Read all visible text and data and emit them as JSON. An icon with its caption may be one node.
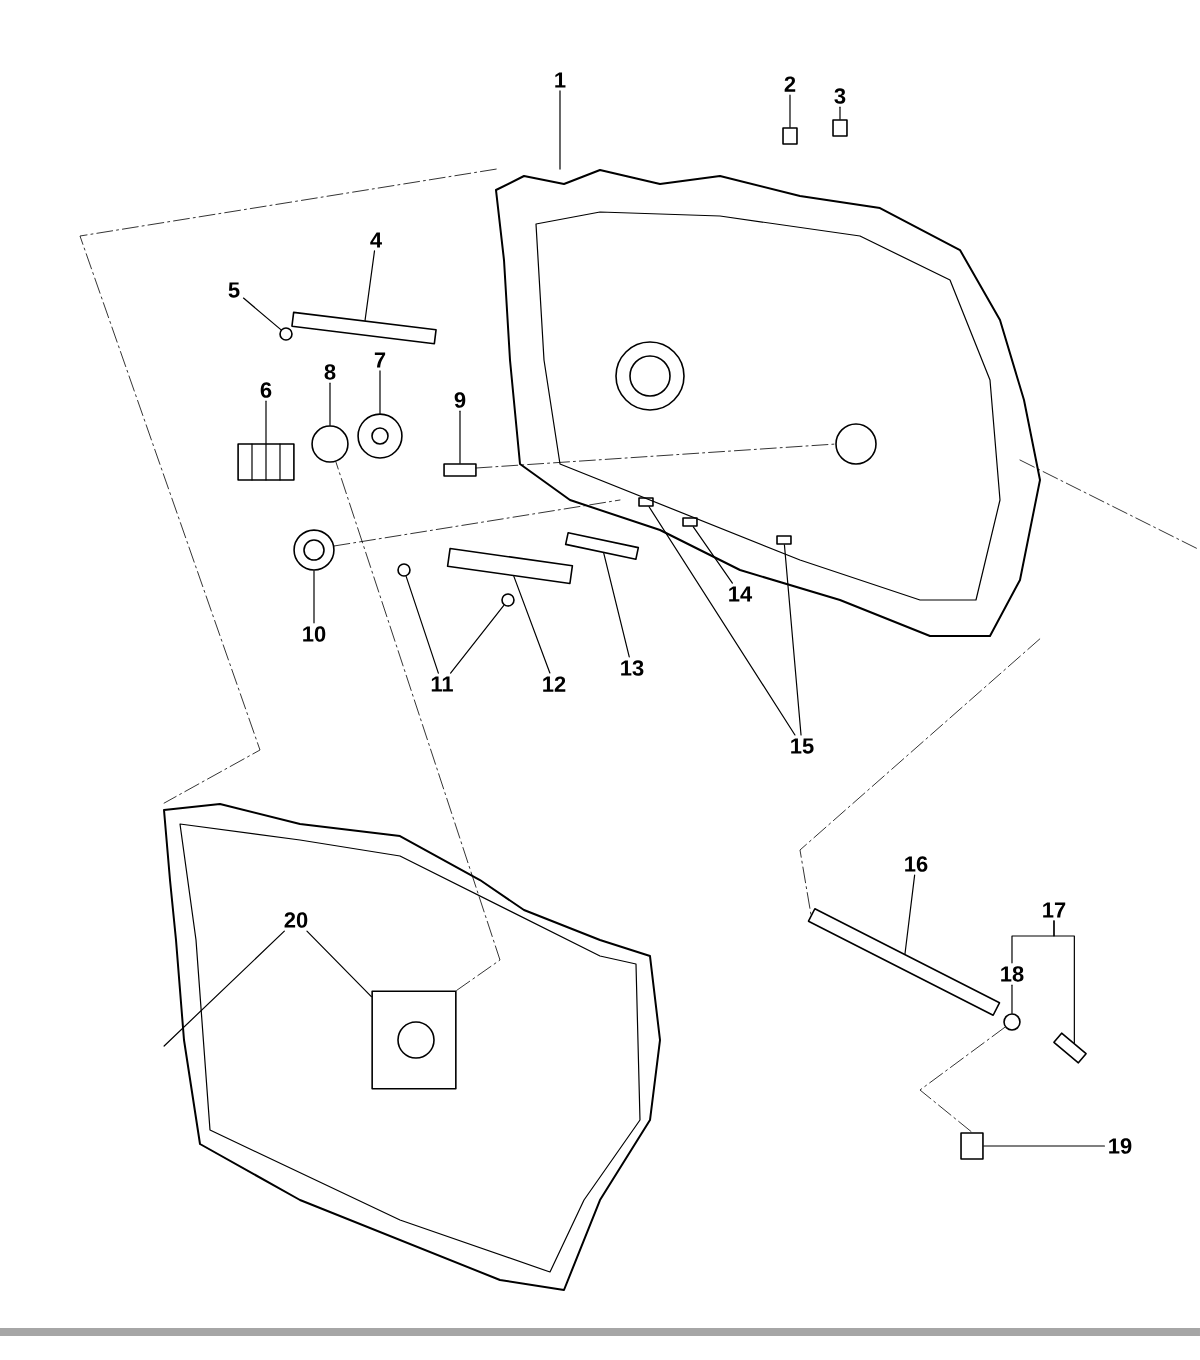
{
  "diagram": {
    "nodes": [
      {
        "text": [
          "1"
        ]
      },
      {
        "text": [
          "2"
        ]
      },
      {
        "text": [
          "3"
        ]
      },
      {
        "text": [
          "4"
        ]
      },
      {
        "text": [
          "5"
        ]
      },
      {
        "text": [
          "6"
        ]
      },
      {
        "text": [
          "7"
        ]
      },
      {
        "text": [
          "8"
        ]
      },
      {
        "text": [
          "9"
        ]
      },
      {
        "text": [
          "10"
        ]
      },
      {
        "text": [
          "11"
        ]
      },
      {
        "text": [
          "12"
        ]
      },
      {
        "text": [
          "13"
        ]
      },
      {
        "text": [
          "14"
        ]
      },
      {
        "text": [
          "15"
        ]
      },
      {
        "text": [
          "16"
        ]
      },
      {
        "text": [
          "17"
        ]
      },
      {
        "text": [
          "18"
        ]
      },
      {
        "text": [
          "19"
        ]
      },
      {
        "text": [
          "20"
        ],
        "in": 41
      },
      {
        "text": [],
        "shape": "picture"
      },
      {
        "text": [],
        "shape": "box"
      },
      {
        "text": [],
        "shape": "box"
      },
      {
        "text": [],
        "shape": "box"
      },
      {
        "text": [],
        "shape": "circle"
      },
      {
        "text": [],
        "shape": "picture"
      },
      {
        "text": [],
        "shape": "picture"
      },
      {
        "text": [],
        "shape": "circle"
      },
      {
        "text": [],
        "shape": "box"
      },
      {
        "text": [],
        "shape": "picture"
      },
      {
        "text": [],
        "shape": "circle"
      },
      {
        "text": [],
        "shape": "circle"
      },
      {
        "text": [],
        "shape": "box"
      },
      {
        "text": [],
        "shape": "box"
      },
      {
        "text": [],
        "shape": "box",
        "in": 20
      },
      {
        "text": [],
        "shape": "box",
        "in": 20
      },
      {
        "text": [],
        "shape": "box",
        "in": 20
      },
      {
        "text": [],
        "shape": "box"
      },
      {
        "text": [],
        "shape": "circle"
      },
      {
        "text": [],
        "shape": "box"
      },
      {
        "text": [],
        "shape": "box"
      },
      {
        "text": [],
        "shape": "picture"
      },
      {
        "text": [],
        "shape": "picture",
        "in": 41
      }
    ],
    "edges": [
      {
        "from": 0,
        "to": 20,
        "arrow": "none"
      },
      {
        "from": 1,
        "to": 21,
        "arrow": "none"
      },
      {
        "from": 2,
        "to": 22,
        "arrow": "none"
      },
      {
        "from": 3,
        "to": 23,
        "arrow": "none"
      },
      {
        "from": 4,
        "to": 24,
        "arrow": "none"
      },
      {
        "from": 5,
        "to": 25,
        "arrow": "none"
      },
      {
        "from": 6,
        "to": 26,
        "arrow": "none"
      },
      {
        "from": 7,
        "to": 27,
        "arrow": "none"
      },
      {
        "from": 8,
        "to": 28,
        "arrow": "none"
      },
      {
        "from": 9,
        "to": 29,
        "arrow": "none"
      },
      {
        "from": 10,
        "to": 30,
        "arrow": "none"
      },
      {
        "from": 10,
        "to": 31,
        "arrow": "none"
      },
      {
        "from": 11,
        "to": 32,
        "arrow": "none"
      },
      {
        "from": 12,
        "to": 33,
        "arrow": "none"
      },
      {
        "from": 13,
        "to": 34,
        "arrow": "none"
      },
      {
        "from": 14,
        "to": 35,
        "arrow": "none"
      },
      {
        "from": 14,
        "to": 36,
        "arrow": "none"
      },
      {
        "from": 15,
        "to": 37,
        "arrow": "none"
      },
      {
        "from": 16,
        "to": 17,
        "arrow": "none"
      },
      {
        "from": 16,
        "to": 39,
        "arrow": "none"
      },
      {
        "from": 17,
        "to": 38,
        "arrow": "none"
      },
      {
        "from": 18,
        "to": 40,
        "arrow": "none"
      },
      {
        "from": 19,
        "to": 41,
        "arrow": "none"
      },
      {
        "from": 19,
        "to": 42,
        "arrow": "none"
      },
      {
        "from": 20,
        "to": 41,
        "arrow": "none",
        "style": "dashed"
      },
      {
        "from": 42,
        "to": 27,
        "arrow": "none",
        "style": "dashed"
      },
      {
        "from": 20,
        "to": 37,
        "arrow": "none",
        "style": "dashed"
      },
      {
        "from": 38,
        "to": 40,
        "arrow": "none",
        "style": "dashed"
      }
    ]
  }
}
